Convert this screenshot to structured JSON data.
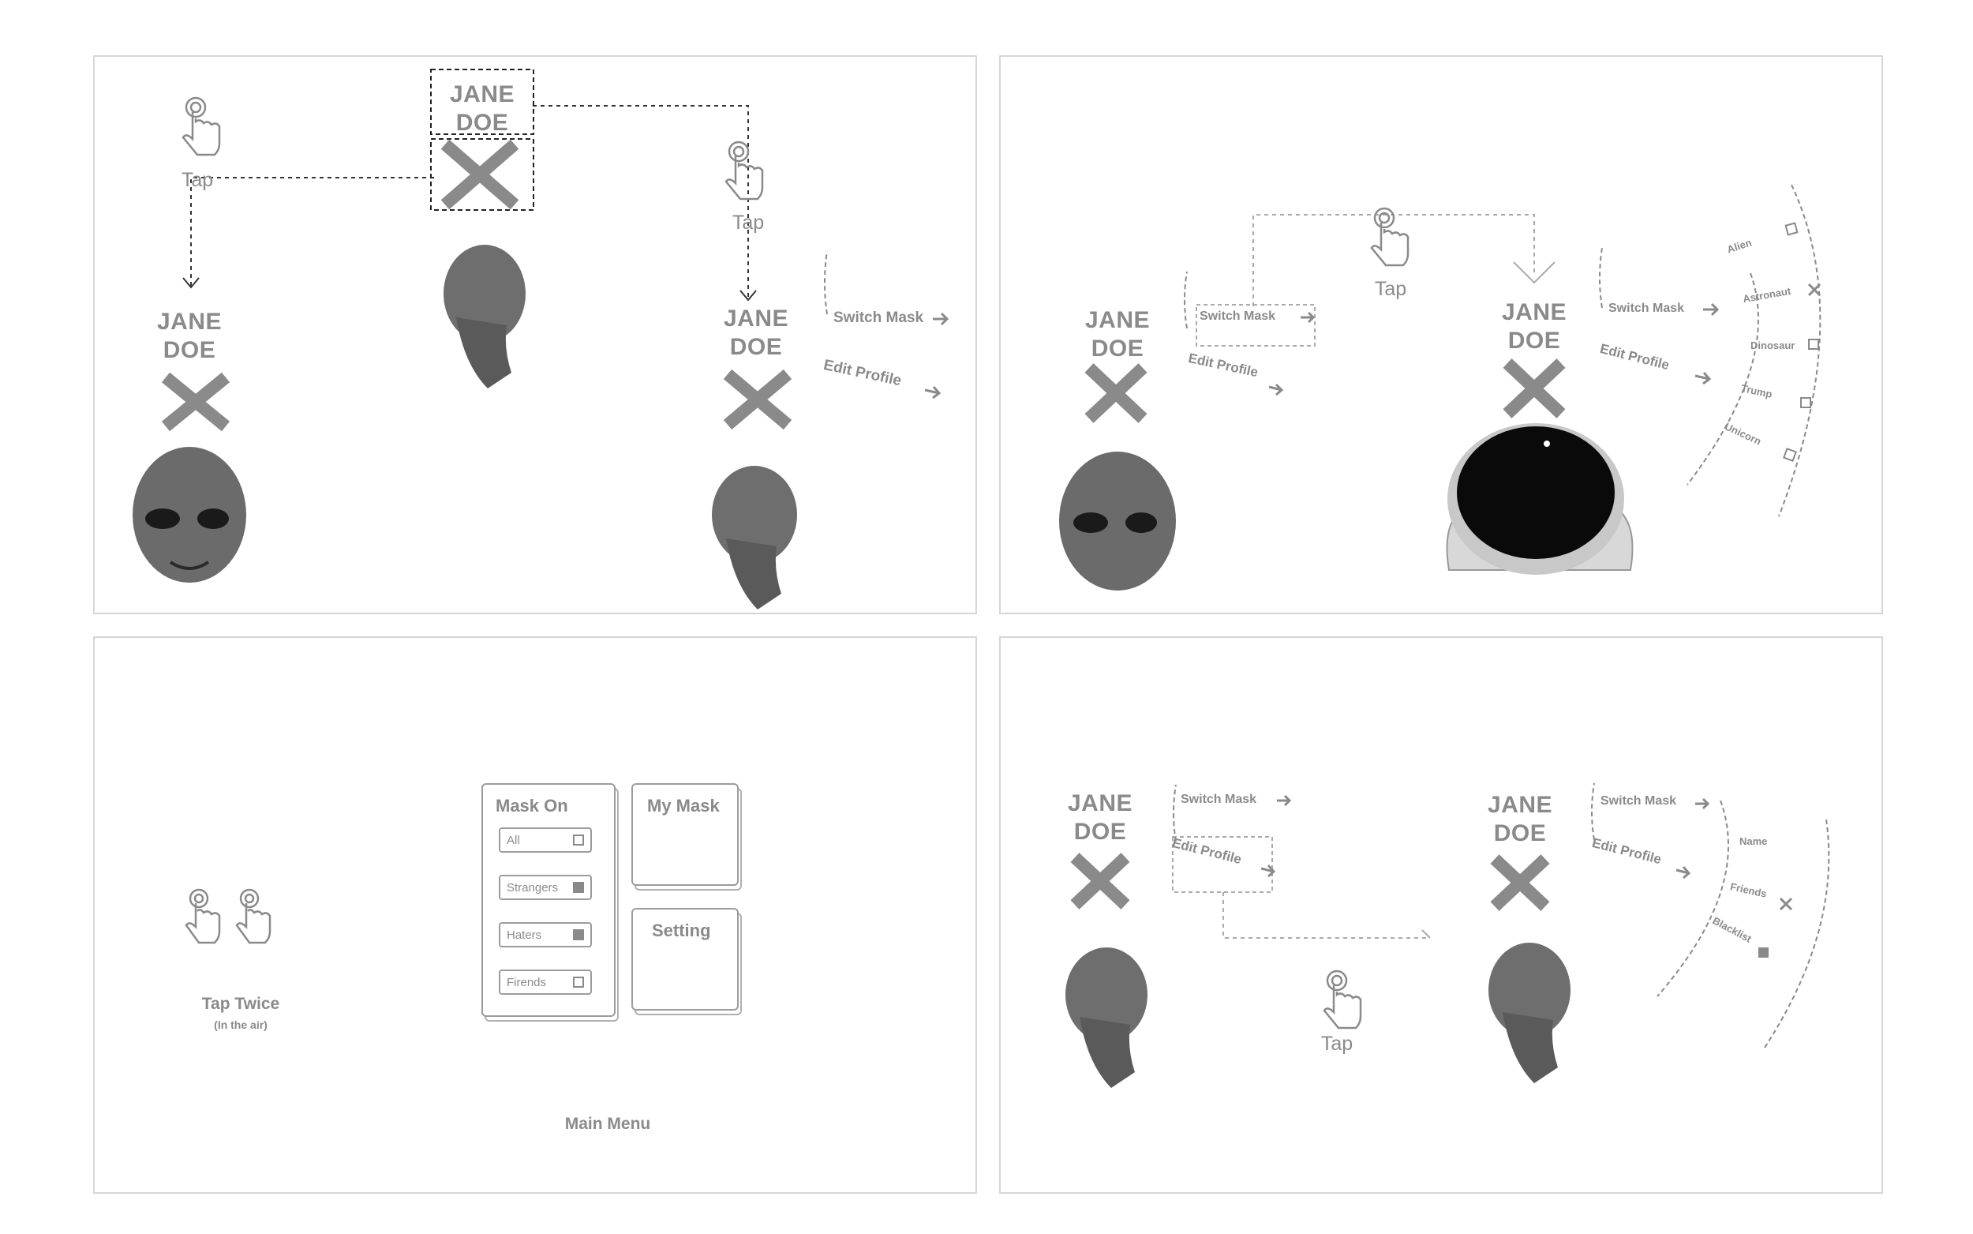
{
  "profile_name_line1": "JANE",
  "profile_name_line2": "DOE",
  "gestures": {
    "tap": "Tap",
    "tap_twice": "Tap Twice",
    "tap_twice_note": "(In the air)"
  },
  "context_menu": {
    "switch_mask": "Switch Mask",
    "edit_profile": "Edit Profile"
  },
  "mask_options": [
    "Alien",
    "Astronaut",
    "Dinosaur",
    "Trump",
    "Unicorn"
  ],
  "mask_selected": "Astronaut",
  "profile_options": [
    "Name",
    "Friends",
    "Blacklist"
  ],
  "main_menu": {
    "title": "Main Menu",
    "mask_on": {
      "title": "Mask On",
      "options": [
        {
          "label": "All",
          "checked": false
        },
        {
          "label": "Strangers",
          "checked": true
        },
        {
          "label": "Haters",
          "checked": true
        },
        {
          "label": "Firends",
          "checked": false
        }
      ]
    },
    "my_mask": "My Mask",
    "setting": "Setting"
  },
  "colors": {
    "ink": "#8a8a8a",
    "border": "#d6d6d6",
    "head": "#6e6e6e"
  }
}
